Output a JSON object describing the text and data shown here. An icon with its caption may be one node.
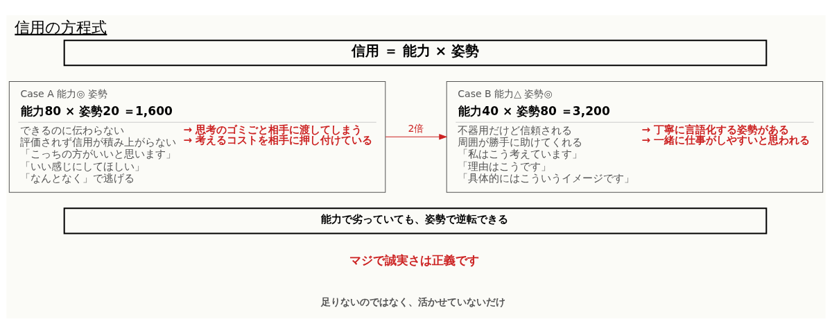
{
  "diagram": {
    "title": "信用の方程式",
    "nodes": [
      {
        "text": [
          "信用 ＝ 能力 × 姿勢"
        ]
      },
      {
        "text": [
          "Case A 能力◎ 姿勢",
          "能力80 × 姿勢20 ＝1,600",
          "できるのに伝わらない",
          "評価されず信用が積み上がらない",
          "「こっちの方がいいと思います」",
          "「いい感じにしてほしい」",
          "「なんとなく」で逃げる",
          "→ 思考のゴミごと相手に渡してしまう",
          "→ 考えるコストを相手に押し付けている"
        ]
      },
      {
        "text": [
          "Case B 能力△ 姿勢◎",
          "能力40 × 姿勢80 ＝3,200",
          "不器用だけど信頼される",
          "周囲が勝手に助けてくれる",
          "「私はこう考えています」",
          "「理由はこうです」",
          "「具体的にはこういうイメージです」",
          "→ 丁寧に言語化する姿勢がある",
          "→ 一緒に仕事がしやすいと思われる"
        ]
      },
      {
        "text": [
          "能力で劣っていても、姿勢で逆転できる"
        ]
      }
    ],
    "edges": [
      {
        "from": 1,
        "to": 2,
        "arrow": "to",
        "label": "2倍",
        "color": "#cc2222"
      }
    ],
    "labels": [
      "マジで誠実さは正義です",
      "足りないのではなく、活かせていないだけ"
    ]
  }
}
